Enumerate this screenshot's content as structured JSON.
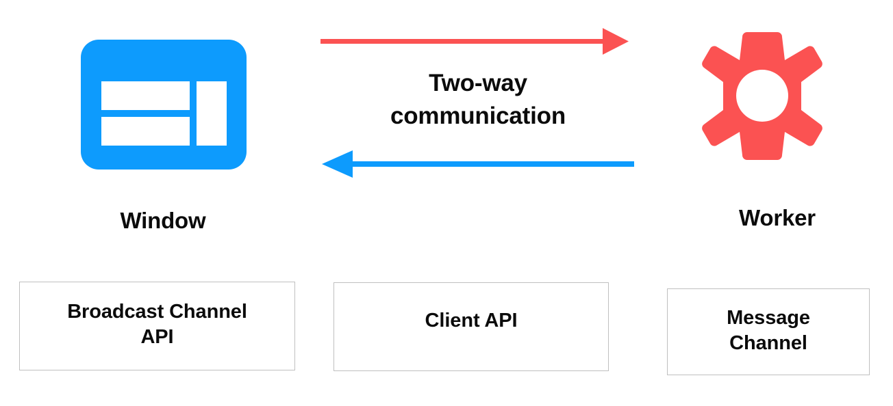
{
  "diagram": {
    "title": "Two-way communication between Window and Worker",
    "background_color": "#ffffff",
    "colors": {
      "window_blue": "#0d9bfd",
      "worker_red": "#fb5252",
      "text_black": "#0b0b0b",
      "box_border_gray": "#bfbfbf",
      "icon_inner_white": "#ffffff"
    }
  },
  "nodes": {
    "window": {
      "label": "Window",
      "icon": "browser-window-icon",
      "color": "#0d9bfd"
    },
    "worker": {
      "label": "Worker",
      "icon": "gear-icon",
      "color": "#fb5252"
    }
  },
  "connection": {
    "caption_line1": "Two-way",
    "caption_line2": "communication",
    "arrows": [
      {
        "name": "window-to-worker-arrow",
        "direction": "right",
        "color": "#fb5252",
        "from": "Window",
        "to": "Worker"
      },
      {
        "name": "worker-to-window-arrow",
        "direction": "left",
        "color": "#0d9bfd",
        "from": "Worker",
        "to": "Window"
      }
    ]
  },
  "api_boxes": [
    {
      "name": "broadcast-channel-api",
      "line1": "Broadcast Channel",
      "line2": "API"
    },
    {
      "name": "client-api",
      "line1": "Client API",
      "line2": ""
    },
    {
      "name": "message-channel",
      "line1": "Message",
      "line2": "Channel"
    }
  ]
}
